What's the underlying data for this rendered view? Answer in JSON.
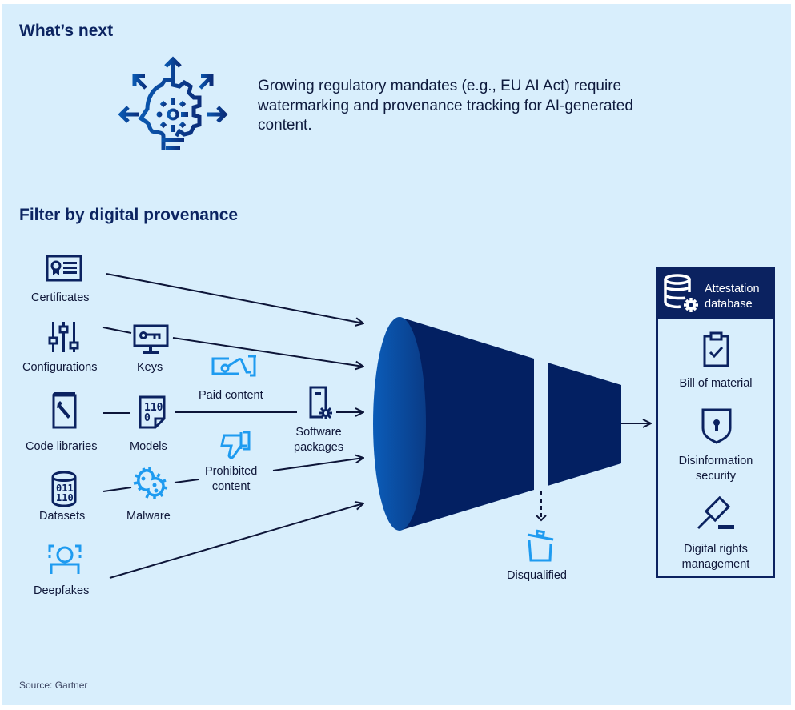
{
  "whats_next": {
    "heading": "What’s next",
    "icon": "idea-gear-head-icon",
    "description": "Growing regulatory mandates (e.g., EU AI Act) require watermarking and provenance tracking for AI-generated content."
  },
  "filter": {
    "heading": "Filter by digital provenance",
    "inputs": [
      {
        "label": "Certificates",
        "icon": "certificate-icon"
      },
      {
        "label": "Configurations",
        "icon": "sliders-icon"
      },
      {
        "label": "Keys",
        "icon": "monitor-key-icon"
      },
      {
        "label": "Paid content",
        "icon": "hand-money-icon"
      },
      {
        "label": "Code libraries",
        "icon": "book-wrench-icon"
      },
      {
        "label": "Models",
        "icon": "binary-file-icon"
      },
      {
        "label": "Software",
        "label2": "packages",
        "icon": "device-gear-icon"
      },
      {
        "label": "Prohibited",
        "label2": "content",
        "icon": "thumbs-down-icon"
      },
      {
        "label": "Datasets",
        "icon": "binary-database-icon"
      },
      {
        "label": "Malware",
        "icon": "virus-icon"
      },
      {
        "label": "Deepfakes",
        "icon": "face-scan-icon"
      }
    ],
    "disqualified": {
      "label": "Disqualified",
      "icon": "trash-icon"
    },
    "attestation": {
      "title_line1": "Attestation",
      "title_line2": "database",
      "icon": "database-gear-icon",
      "items": [
        {
          "label": "Bill of material",
          "icon": "clipboard-check-icon"
        },
        {
          "label": "Disinformation",
          "label2": "security",
          "icon": "shield-lock-icon"
        },
        {
          "label": "Digital rights",
          "label2": "management",
          "icon": "gavel-icon"
        }
      ]
    }
  },
  "colors": {
    "background": "#d8eefc",
    "navy": "#0b2260",
    "bright_blue": "#1e9bf0",
    "funnel_front": "#0a55a8"
  },
  "source": "Source: Gartner"
}
